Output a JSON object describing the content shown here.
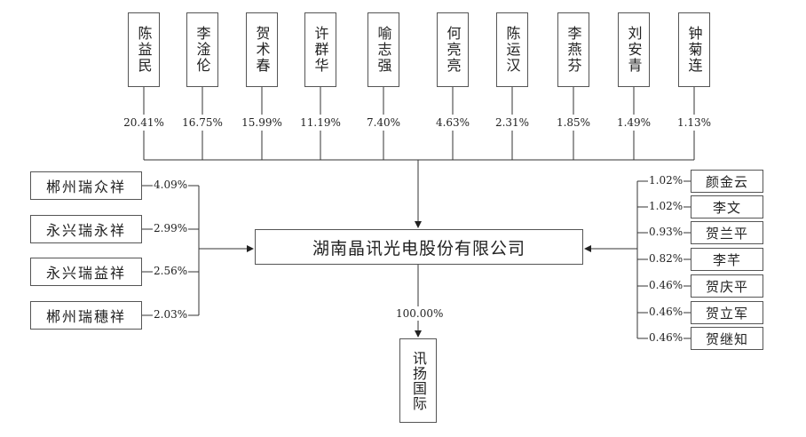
{
  "top_shareholders": [
    {
      "name": "陈益民",
      "pct": "20.41%"
    },
    {
      "name": "李淦伦",
      "pct": "16.75%"
    },
    {
      "name": "贺术春",
      "pct": "15.99%"
    },
    {
      "name": "许群华",
      "pct": "11.19%"
    },
    {
      "name": "喻志强",
      "pct": "7.40%"
    },
    {
      "name": "何亮亮",
      "pct": "4.63%"
    },
    {
      "name": "陈运汉",
      "pct": "2.31%"
    },
    {
      "name": "李燕芬",
      "pct": "1.85%"
    },
    {
      "name": "刘安青",
      "pct": "1.49%"
    },
    {
      "name": "钟菊连",
      "pct": "1.13%"
    }
  ],
  "left_shareholders": [
    {
      "name": "郴州瑞众祥",
      "pct": "4.09%"
    },
    {
      "name": "永兴瑞永祥",
      "pct": "2.99%"
    },
    {
      "name": "永兴瑞益祥",
      "pct": "2.56%"
    },
    {
      "name": "郴州瑞穗祥",
      "pct": "2.03%"
    }
  ],
  "right_shareholders": [
    {
      "name": "颜金云",
      "pct": "1.02%"
    },
    {
      "name": "李文",
      "pct": "1.02%"
    },
    {
      "name": "贺兰平",
      "pct": "0.93%"
    },
    {
      "name": "李芊",
      "pct": "0.82%"
    },
    {
      "name": "贺庆平",
      "pct": "0.46%"
    },
    {
      "name": "贺立军",
      "pct": "0.46%"
    },
    {
      "name": "贺继知",
      "pct": "0.46%"
    }
  ],
  "company": {
    "name": "湖南晶讯光电股份有限公司"
  },
  "subsidiary": {
    "name": "讯扬国际",
    "pct": "100.00%"
  }
}
